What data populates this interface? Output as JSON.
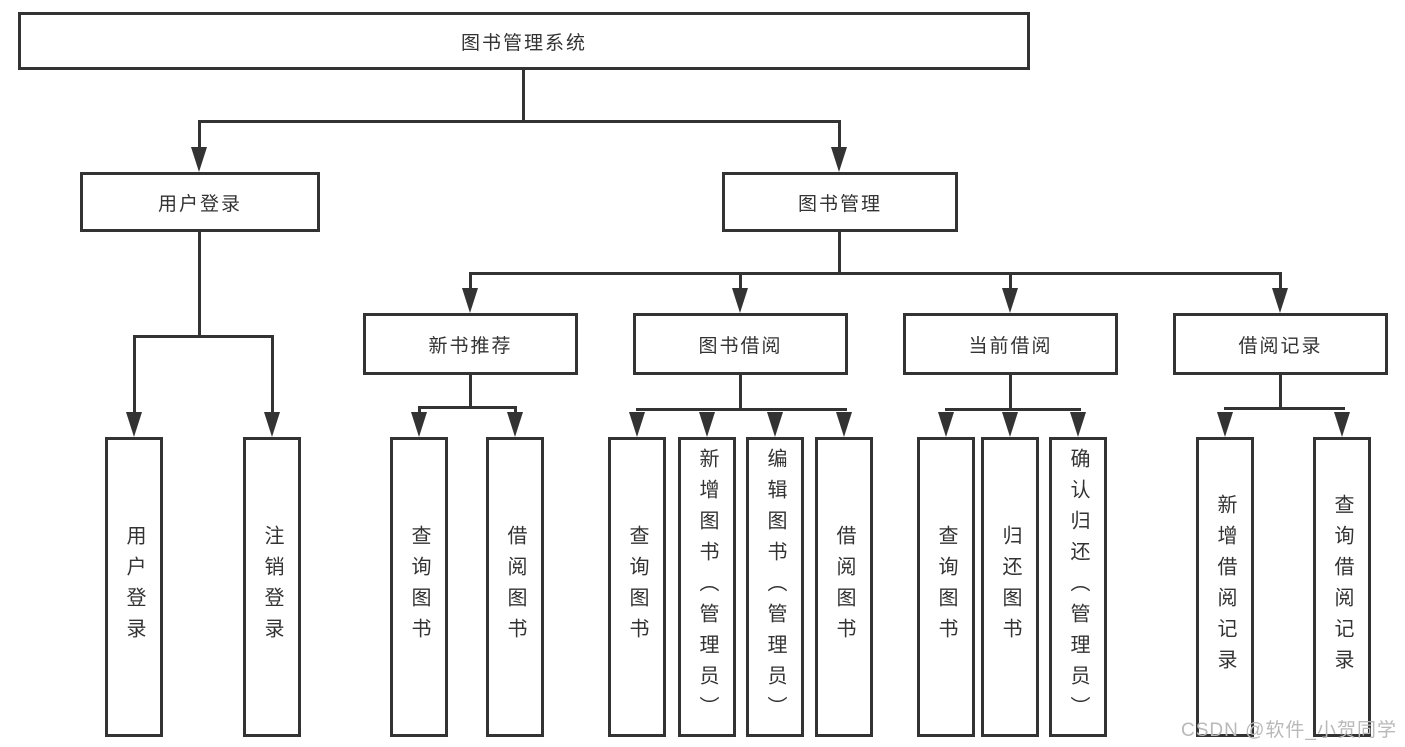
{
  "diagram": {
    "title": "图书管理系统",
    "root": "图书管理系统",
    "level2": [
      "用户登录",
      "图书管理"
    ],
    "level3": [
      "新书推荐",
      "图书借阅",
      "当前借阅",
      "借阅记录"
    ],
    "leaves": {
      "user_login": [
        "用户登录",
        "注销登录"
      ],
      "new_books": [
        "查询图书",
        "借阅图书"
      ],
      "book_borrow": [
        "查询图书",
        "新增图书（管理员）",
        "编辑图书（管理员）",
        "借阅图书"
      ],
      "current_borrow": [
        "查询图书",
        "归还图书",
        "确认归还（管理员）"
      ],
      "borrow_records": [
        "新增借阅记录",
        "查询借阅记录"
      ]
    }
  },
  "watermark": {
    "text": "CSDN @软件_小贺同学"
  },
  "colors": {
    "line": "#333333",
    "text": "#333333",
    "background": "#ffffff",
    "watermark": "#b9b9b9"
  }
}
